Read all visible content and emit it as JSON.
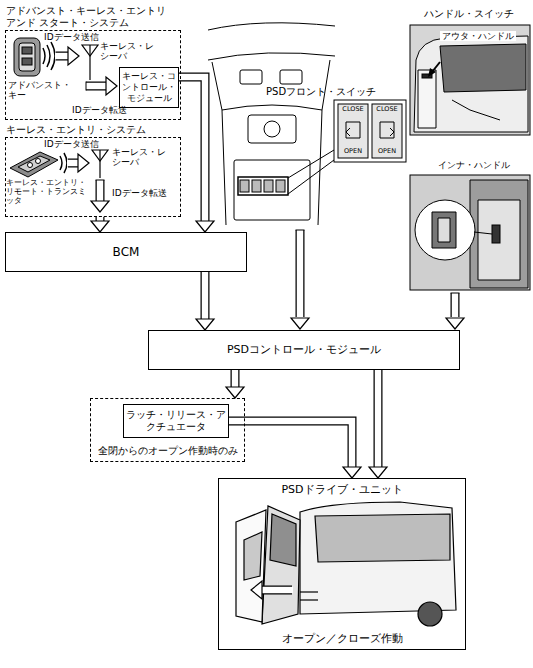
{
  "diagram": {
    "nodes": [
      {
        "text": [
          "アドバンスト・キーレス・エントリ アンド スタート・システム"
        ]
      },
      {
        "text": [
          "キーレス・コントロール・モジュール"
        ],
        "in": 0
      },
      {
        "text": [
          "キーレス・エントリ・システム"
        ]
      },
      {
        "text": [
          "BCM"
        ]
      },
      {
        "text": [
          "PSDコントロール・モジュール"
        ]
      },
      {
        "text": [
          "全閉からのオープン作動時のみ"
        ]
      },
      {
        "text": [
          "ラッチ・リリース・アクチュエータ"
        ],
        "in": 5
      },
      {
        "text": [
          "PSDドライブ・ユニット",
          "オープン／クローズ作動"
        ]
      }
    ],
    "edges": [
      {
        "from": 1,
        "to": 3,
        "arrow": "to"
      },
      {
        "from": 2,
        "to": 3,
        "arrow": "to"
      },
      {
        "from": 3,
        "to": 4,
        "arrow": "to"
      },
      {
        "from": 4,
        "to": 5,
        "arrow": "to"
      },
      {
        "from": 6,
        "to": 7,
        "arrow": "to"
      },
      {
        "from": 4,
        "to": 7,
        "arrow": "to"
      }
    ],
    "labels": [
      "IDデータ送信",
      "キーレス・レシーバ",
      "アドバンスト・キー",
      "IDデータ転送",
      "IDデータ送信",
      "キーレス・レシーバ",
      "キーレス・エントリ・リモート・トランスミッタ",
      "IDデータ転送",
      "PSDフロント・スイッチ",
      "CLOSE",
      "OPEN",
      "CLOSE",
      "OPEN",
      "ハンドル・スイッチ",
      "アウタ・ハンドル",
      "インナ・ハンドル"
    ]
  }
}
